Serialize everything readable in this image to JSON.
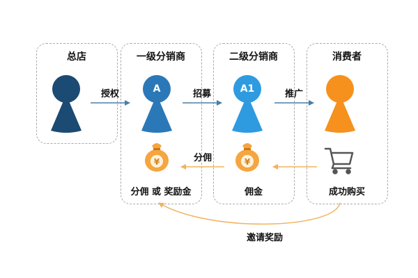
{
  "boxes": [
    {
      "id": "hq",
      "title": "总店"
    },
    {
      "id": "level1",
      "title": "一级分销商",
      "badge": "A",
      "bottom_label": "分佣 或 奖励金"
    },
    {
      "id": "level2",
      "title": "二级分销商",
      "badge": "A1",
      "bottom_label": "佣金"
    },
    {
      "id": "consumer",
      "title": "消费者",
      "bottom_label": "成功购买"
    }
  ],
  "arrows": {
    "authorize": "授权",
    "recruit": "招募",
    "promote": "推广",
    "commission_split": "分佣",
    "invite_reward": "邀请奖励"
  },
  "icons": {
    "money_bag_symbol": "¥"
  },
  "colors": {
    "hq_person": "#1b4a72",
    "level1_person": "#2b78b8",
    "level2_person": "#2e9be0",
    "consumer_person": "#f6911e",
    "forward_arrow": "#4a7fa6",
    "backward_arrow": "#f2b25c",
    "money_bag": "#f5a640",
    "cart": "#555555",
    "box_border": "#a9a9a9"
  }
}
